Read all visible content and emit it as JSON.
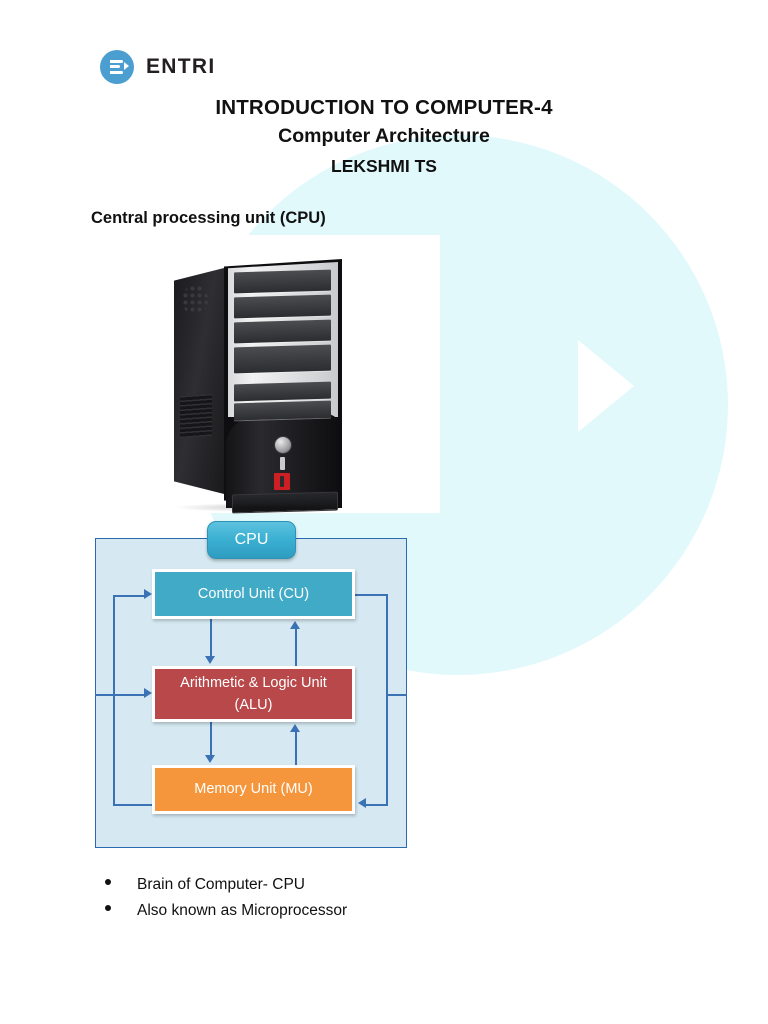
{
  "brand": {
    "logo_icon": "entri-e-play-icon",
    "name": "ENTRI"
  },
  "titles": {
    "line1": "INTRODUCTION TO COMPUTER-4",
    "line2": "Computer Architecture",
    "line3": "LEKSHMI TS"
  },
  "section": {
    "heading": "Central processing unit (CPU)"
  },
  "photo": {
    "alt_name": "computer-tower-photo"
  },
  "diagram": {
    "tab_label": "CPU",
    "blocks": [
      {
        "id": "cu",
        "label": "Control Unit (CU)",
        "color": "#41aac6"
      },
      {
        "id": "alu",
        "label": "Arithmetic & Logic Unit (ALU)",
        "line1": "Arithmetic & Logic Unit",
        "line2": "(ALU)",
        "color": "#b8484a"
      },
      {
        "id": "mu",
        "label": "Memory Unit (MU)",
        "color": "#f5963c"
      }
    ],
    "background_color": "#d6e9f2",
    "border_color": "#2a6bb0",
    "connector_color": "#3a72b5"
  },
  "bullets": [
    {
      "text": "Brain of Computer- CPU"
    },
    {
      "text": "Also known as Microprocessor"
    }
  ],
  "colors": {
    "watermark": "#e2f9fc",
    "logo_blue": "#4a9ed0",
    "page_background": "#ffffff"
  }
}
